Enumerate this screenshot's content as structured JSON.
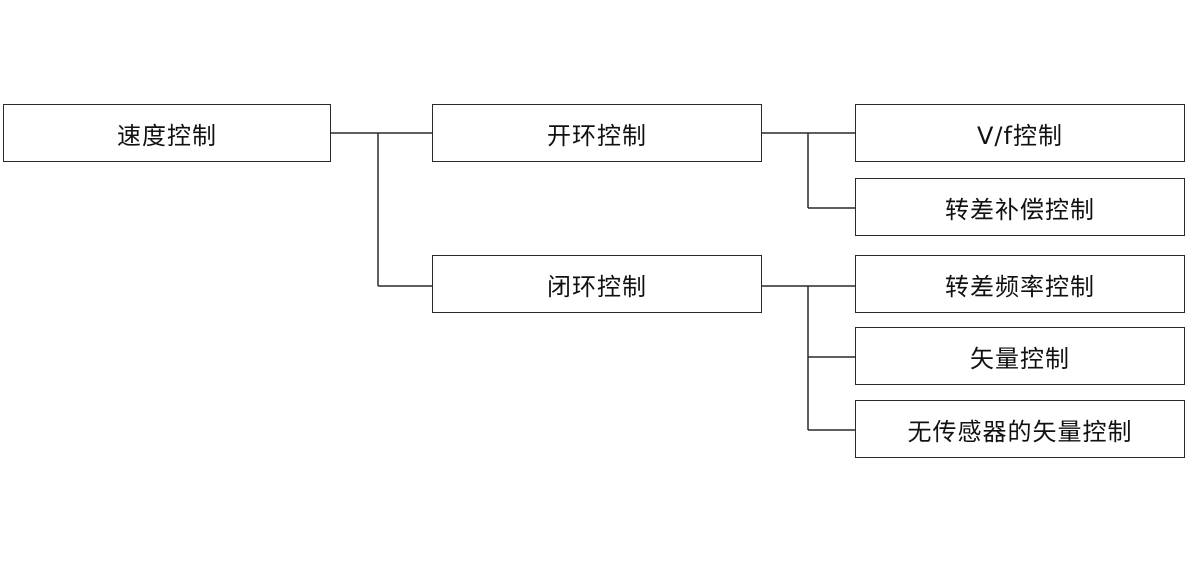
{
  "diagram": {
    "root": {
      "label": "速度控制"
    },
    "branches": [
      {
        "label": "开环控制",
        "children": [
          {
            "label": "V/f控制"
          },
          {
            "label": "转差补偿控制"
          }
        ]
      },
      {
        "label": "闭环控制",
        "children": [
          {
            "label": "转差频率控制"
          },
          {
            "label": "矢量控制"
          },
          {
            "label": "无传感器的矢量控制"
          }
        ]
      }
    ]
  }
}
